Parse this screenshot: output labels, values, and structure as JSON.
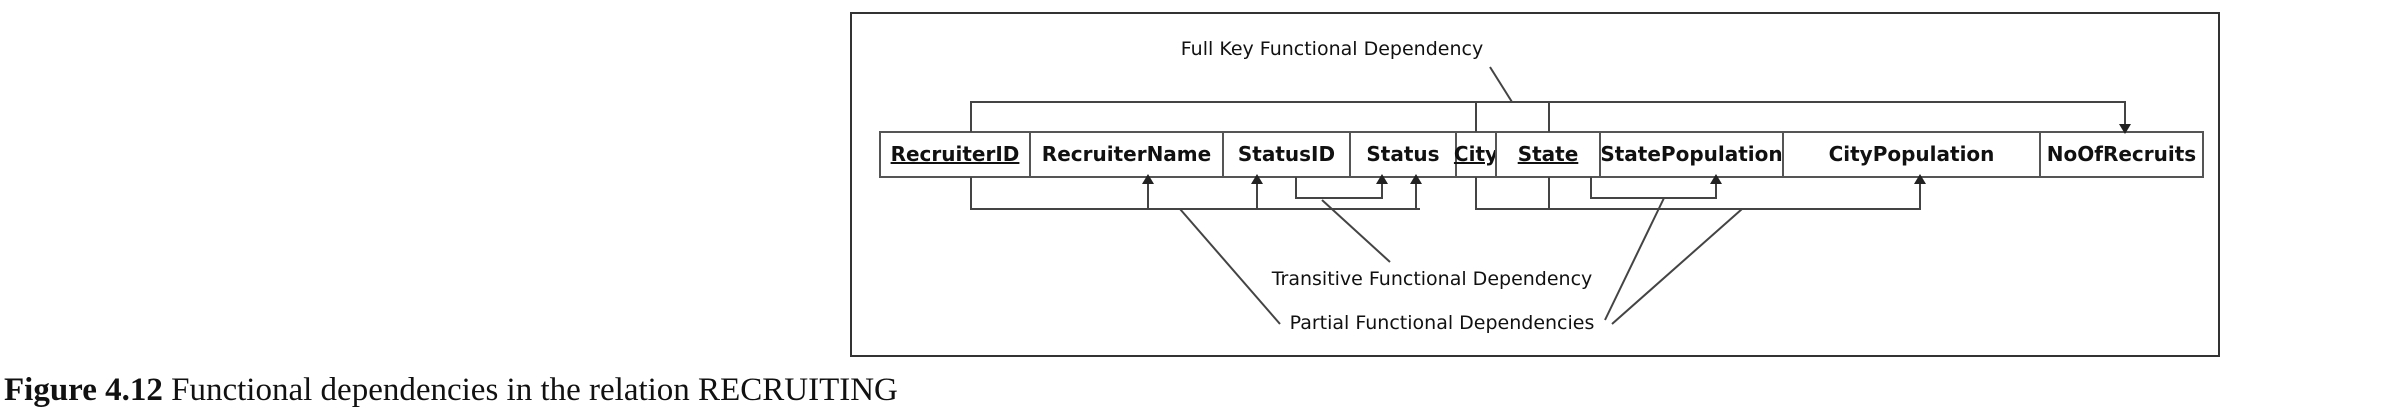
{
  "diagram": {
    "labels": {
      "full_key": "Full Key Functional Dependency",
      "transitive": "Transitive Functional Dependency",
      "partial": "Partial Functional Dependencies"
    },
    "attributes": [
      {
        "name": "RecruiterID",
        "key": true
      },
      {
        "name": "RecruiterName",
        "key": false
      },
      {
        "name": "StatusID",
        "key": false
      },
      {
        "name": "Status",
        "key": false
      },
      {
        "name": "City",
        "key": true
      },
      {
        "name": "State",
        "key": true
      },
      {
        "name": "StatePopulation",
        "key": false
      },
      {
        "name": "CityPopulation",
        "key": false
      },
      {
        "name": "NoOfRecruits",
        "key": false
      }
    ]
  },
  "caption": {
    "label": "Figure 4.12",
    "text": "Functional dependencies in the relation RECRUITING"
  }
}
